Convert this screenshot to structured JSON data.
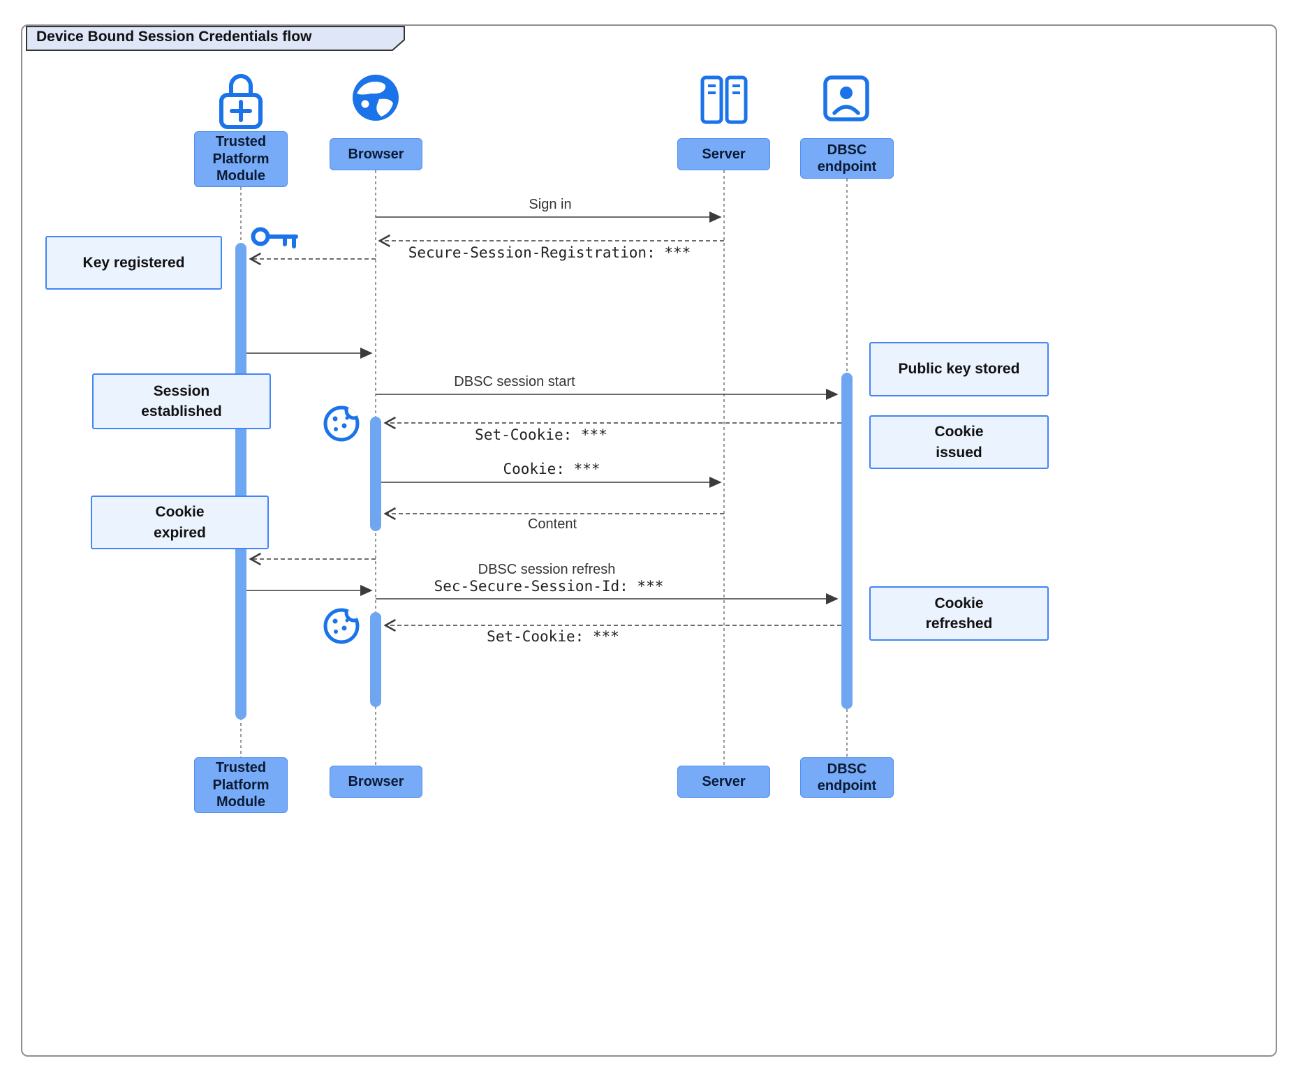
{
  "title": "Device Bound Session Credentials flow",
  "actors": {
    "tpm": {
      "label": "Trusted Platform Module"
    },
    "browser": {
      "label": "Browser"
    },
    "server": {
      "label": "Server"
    },
    "dbsc": {
      "label": "DBSC endpoint"
    }
  },
  "messages": {
    "sign_in": "Sign in",
    "secure_session_registration": "Secure-Session-Registration: ***",
    "dbsc_session_start": "DBSC session start",
    "set_cookie_1": "Set-Cookie: ***",
    "cookie": "Cookie: ***",
    "content": "Content",
    "dbsc_session_refresh": "DBSC session refresh",
    "sec_secure_session_id": "Sec-Secure-Session-Id: ***",
    "set_cookie_2": "Set-Cookie: ***"
  },
  "notes": {
    "key_registered": "Key registered",
    "session_established": "Session established",
    "cookie_expired": "Cookie expired",
    "public_key_stored": "Public key stored",
    "cookie_issued": "Cookie issued",
    "cookie_refreshed": "Cookie refreshed"
  },
  "icons": {
    "tpm": "tpm-lock-icon",
    "browser": "globe-icon",
    "server": "server-rack-icon",
    "dbsc": "id-badge-icon",
    "key": "key-icon",
    "cookie": "cookie-icon"
  },
  "colors": {
    "accent": "#1A73E8",
    "actor_box_fill": "#77ABF7",
    "actor_box_border": "#4D8DF0",
    "note_fill": "#EBF3FE",
    "note_border": "#4285F4",
    "activation_fill": "#6FA6F2",
    "line": "#3b3b3b",
    "frame_border": "#8f8f8f",
    "title_tab_fill": "#DEE6F8"
  }
}
